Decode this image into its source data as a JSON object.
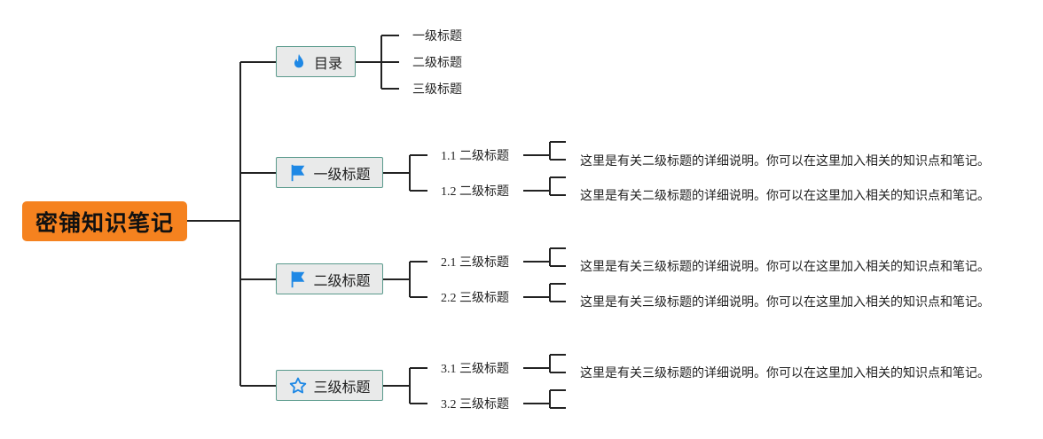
{
  "root": {
    "title": "密铺知识笔记"
  },
  "colors": {
    "root_bg": "#f5821f",
    "branch_bg": "#e9eaea",
    "branch_border": "#5a9a8c",
    "icon_blue": "#1e88e5",
    "line": "#222222"
  },
  "branches": [
    {
      "label": "目录",
      "icon": "fire-icon",
      "items": [
        "一级标题",
        "二级标题",
        "三级标题"
      ]
    },
    {
      "label": "一级标题",
      "icon": "flag-icon",
      "subs": [
        {
          "num": "1.1",
          "label": "二级标题",
          "note": "这里是有关二级标题的详细说明。你可以在这里加入相关的知识点和笔记。"
        },
        {
          "num": "1.2",
          "label": "二级标题",
          "note": "这里是有关二级标题的详细说明。你可以在这里加入相关的知识点和笔记。"
        }
      ]
    },
    {
      "label": "二级标题",
      "icon": "flag-icon",
      "subs": [
        {
          "num": "2.1",
          "label": "三级标题",
          "note": "这里是有关三级标题的详细说明。你可以在这里加入相关的知识点和笔记。"
        },
        {
          "num": "2.2",
          "label": "三级标题",
          "note": "这里是有关三级标题的详细说明。你可以在这里加入相关的知识点和笔记。"
        }
      ]
    },
    {
      "label": "三级标题",
      "icon": "star-outline-icon",
      "subs": [
        {
          "num": "3.1",
          "label": "三级标题",
          "note": "这里是有关三级标题的详细说明。你可以在这里加入相关的知识点和笔记。"
        },
        {
          "num": "3.2",
          "label": "三级标题",
          "note": ""
        }
      ]
    }
  ]
}
